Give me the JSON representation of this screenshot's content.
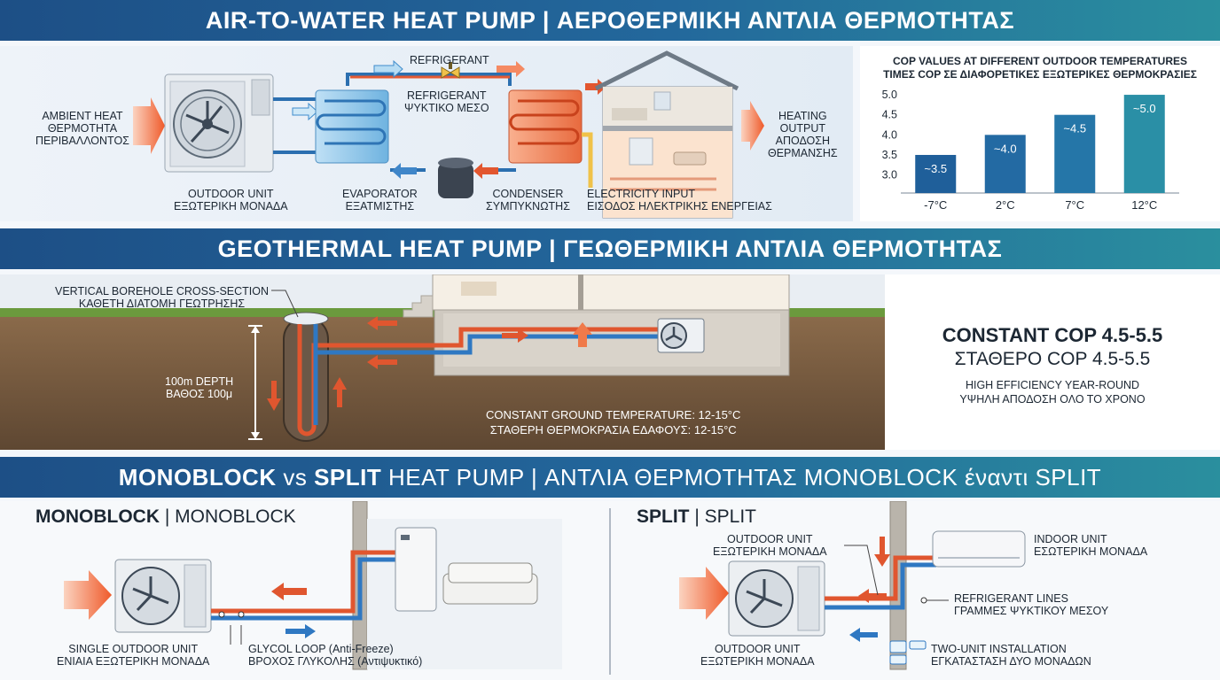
{
  "section1": {
    "title": "AIR-TO-WATER HEAT PUMP |  ΑΕΡΟΘΕΡΜΙΚΗ ΑΝΤΛΙΑ ΘΕΡΜΟΤΗΤΑΣ",
    "ambient_en": "AMBIENT HEAT",
    "ambient_el": "ΘΕΡΜΟΤΗΤΑ",
    "ambient_el2": "ΠΕΡΙΒΑΛΛΟΝΤΟΣ",
    "outdoor_en": "OUTDOOR UNIT",
    "outdoor_el": "ΕΞΩΤΕΡΙΚΗ ΜΟΝΑΔΑ",
    "refrigerant_top": "REFRIGERANT",
    "refrigerant_en": "REFRIGERANT",
    "refrigerant_el": "ΨΥΚΤΙΚΟ ΜΕΣΟ",
    "evaporator_en": "EVAPORATOR",
    "evaporator_el": "ΕΞΑΤΜΙΣΤΗΣ",
    "condenser_en": "CONDENSER",
    "condenser_el": "ΣΥΜΠΥΚΝΩΤΗΣ",
    "electricity_en": "ELECTRICITY INPUT",
    "electricity_el": "ΕΙΣΟΔΟΣ ΗΛΕΚΤΡΙΚΗΣ ΕΝΕΡΓΕΙΑΣ",
    "heating_en1": "HEATING",
    "heating_en2": "OUTPUT",
    "heating_el1": "ΑΠΟΔΟΣΗ",
    "heating_el2": "ΘΕΡΜΑΝΣΗΣ"
  },
  "chart_data": {
    "type": "bar",
    "title": "COP VALUES AT DIFFERENT OUTDOOR TEMPERATURES",
    "subtitle": "ΤΙΜΕΣ COP ΣΕ ΔΙΑΦΟΡΕΤΙΚΕΣ ΕΞΩΤΕΡΙΚΕΣ ΘΕΡΜΟΚΡΑΣΙΕΣ",
    "categories": [
      "-7°C",
      "2°C",
      "7°C",
      "12°C"
    ],
    "values": [
      3.5,
      4.0,
      4.5,
      5.0
    ],
    "data_labels": [
      "~3.5",
      "~4.0",
      "~4.5",
      "~5.0"
    ],
    "yticks": [
      3.0,
      3.5,
      4.0,
      4.5,
      5.0
    ],
    "ylim": [
      2.55,
      5.2
    ],
    "grid": false,
    "colors": [
      "#1f5f9a",
      "#236aa3",
      "#2576a8",
      "#2a8fa6"
    ]
  },
  "section2": {
    "title": "GEOTHERMAL HEAT PUMP | ΓΕΩΘΕΡΜΙΚΗ ΑΝΤΛΙΑ ΘΕΡΜΟΤΗΤΑΣ",
    "borehole_en": "VERTICAL BOREHOLE CROSS-SECTION",
    "borehole_el": "ΚΑΘΕΤΗ ΔΙΑΤΟΜΗ ΓΕΩΤΡΗΣΗΣ",
    "depth_en": "100m DEPTH",
    "depth_el": "ΒΑΘΟΣ 100μ",
    "ground_en": "CONSTANT GROUND TEMPERATURE: 12-15°C",
    "ground_el": "ΣΤΑΘΕΡΗ ΘΕΡΜΟΚΡΑΣΙΑ ΕΔΑΦΟΥΣ: 12-15°C",
    "cop_en": "CONSTANT COP 4.5-5.5",
    "cop_el": "ΣΤΑΘΕΡΟ COP 4.5-5.5",
    "eff_en": "HIGH EFFICIENCY YEAR-ROUND",
    "eff_el": "ΥΨΗΛΗ ΑΠΟΔΟΣΗ ΟΛΟ ΤΟ ΧΡΟΝΟ"
  },
  "section3": {
    "title_a": "MONOBLOCK",
    "title_b": " vs ",
    "title_c": "SPLIT",
    "title_d": " HEAT PUMP | ΑΝΤΛΙΑ ΘΕΡΜΟΤΗΤΑΣ MONOBLOCK έναντι SPLIT",
    "mono_head": "MONOBLOCK",
    "mono_head_el": " | MONOBLOCK",
    "mono_unit_en": "SINGLE OUTDOOR UNIT",
    "mono_unit_el": "ΕΝΙΑΙΑ ΕΞΩΤΕΡΙΚΗ ΜΟΝΑΔΑ",
    "glycol_en": "GLYCOL LOOP (Anti-Freeze)",
    "glycol_el": "ΒΡΟΧΟΣ ΓΛΥΚΟΛΗΣ (Αντιψυκτικό)",
    "split_head": "SPLIT",
    "split_head_el": " | SPLIT",
    "split_out_en": "OUTDOOR UNIT",
    "split_out_el": "ΕΞΩΤΕΡΙΚΗ ΜΟΝΑΔΑ",
    "split_in_en": "INDOOR UNIT",
    "split_in_el": "ΕΣΩΤΕΡΙΚΗ ΜΟΝΑΔΑ",
    "lines_en": "REFRIGERANT LINES",
    "lines_el": "ΓΡΑΜΜΕΣ ΨΥΚΤΙΚΟΥ ΜΕΣΟΥ",
    "split_out2_en": "OUTDOOR UNIT",
    "split_out2_el": "ΕΞΩΤΕΡΙΚΗ ΜΟΝΑΔΑ",
    "two_en": "TWO-UNIT INSTALLATION",
    "two_el": "ΕΓΚΑΤΑΣΤΑΣΗ ΔΥΟ ΜΟΝΑΔΩΝ"
  }
}
